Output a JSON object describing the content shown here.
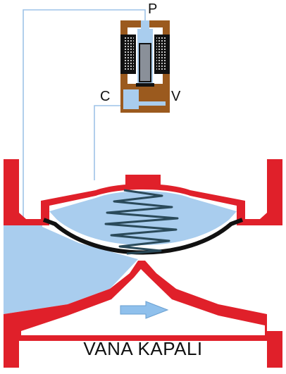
{
  "labels": {
    "port_p": "P",
    "port_c": "C",
    "port_v": "V"
  },
  "caption": "VANA KAPALI",
  "colors": {
    "body_red": "#e0202a",
    "fluid_blue": "#a9cdee",
    "pilot_line": "#9ec3e8",
    "solenoid_bronze": "#9b5a1e",
    "coil_black": "#111111",
    "diaphragm_black": "#111111",
    "spring_dark": "#2a4a5a",
    "plunger_gray": "#8a9099",
    "arrow_blue": "#8fc0ec"
  },
  "icons": {
    "flow_direction": "right-arrow-icon"
  }
}
